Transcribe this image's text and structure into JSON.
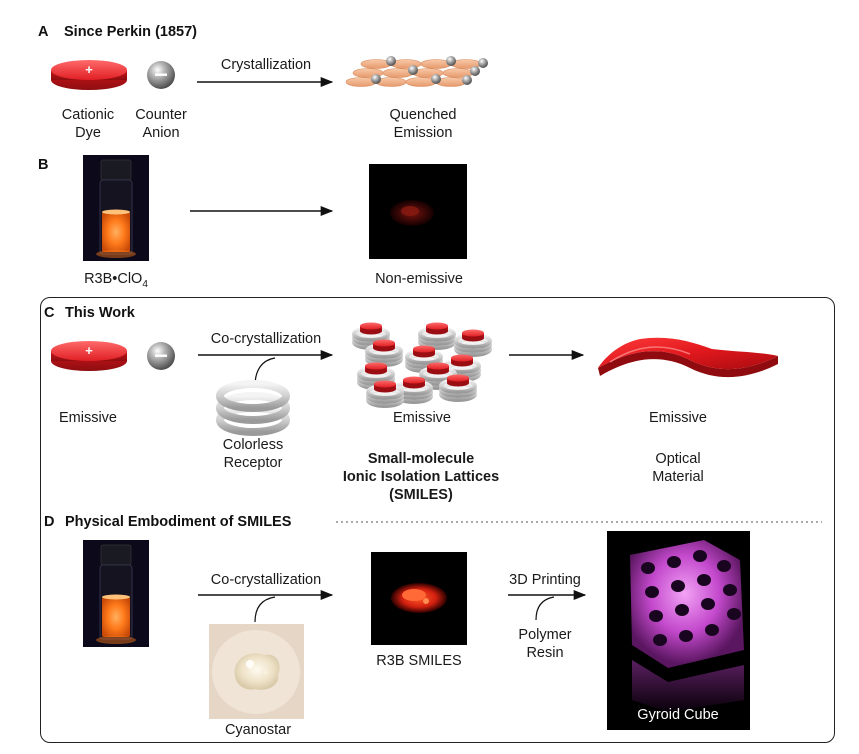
{
  "panelA": {
    "letter": "A",
    "title": "Since Perkin (1857)",
    "cation_label_line1": "Cationic",
    "cation_label_line2": "Dye",
    "anion_label_line1": "Counter",
    "anion_label_line2": "Anion",
    "arrow_label": "Crystallization",
    "result_line1": "Quenched",
    "result_line2": "Emission"
  },
  "panelB": {
    "letter": "B",
    "vial_label_main": "R3B•ClO",
    "vial_label_sub": "4",
    "result": "Non-emissive"
  },
  "panelC": {
    "letter": "C",
    "title": "This Work",
    "arrow_label": "Co-crystallization",
    "dye_label": "Emissive",
    "receptor_line1": "Colorless",
    "receptor_line2": "Receptor",
    "lattice_label": "Emissive",
    "smiles_line1": "Small-molecule",
    "smiles_line2": "Ionic Isolation Lattices",
    "smiles_line3": "(SMILES)",
    "material_label": "Emissive",
    "material_line1": "Optical",
    "material_line2": "Material"
  },
  "panelD": {
    "letter": "D",
    "title": "Physical Embodiment of SMILES",
    "arrow1_label": "Co-crystallization",
    "receptor_label": "Cyanostar",
    "powder_label": "R3B SMILES",
    "arrow2_label": "3D Printing",
    "resin_line1": "Polymer",
    "resin_line2": "Resin",
    "cube_label": "Gyroid Cube"
  },
  "colors": {
    "dye_red": "#e8262b",
    "anion_gray": "#8a8a8a",
    "emission_orange": "#ff7a1a",
    "gyroid_magenta": "#d05ad8"
  },
  "icons": {
    "plus": "+",
    "minus": "−"
  }
}
